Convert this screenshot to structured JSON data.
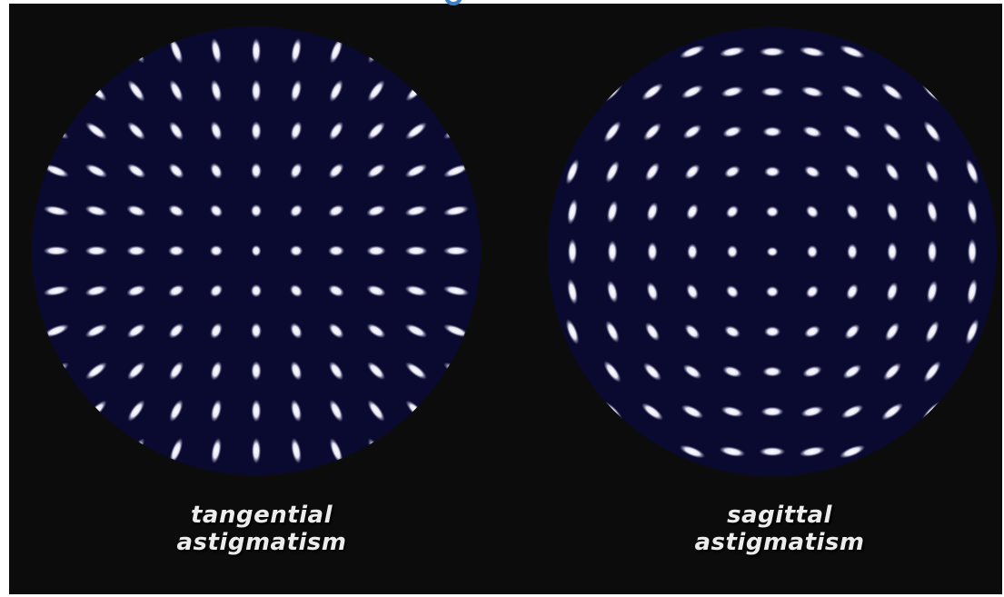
{
  "panels": [
    {
      "id": "tangential",
      "caption_line1": "tangential",
      "caption_line2": "astigmatism",
      "elongation": "radial"
    },
    {
      "id": "sagittal",
      "caption_line1": "sagittal",
      "caption_line2": "astigmatism",
      "elongation": "circumferential"
    }
  ],
  "colors": {
    "background": "#0c0c0c",
    "disc": "#0a0a30",
    "spot": "#ffffff",
    "marker": "#3d7fc8"
  }
}
